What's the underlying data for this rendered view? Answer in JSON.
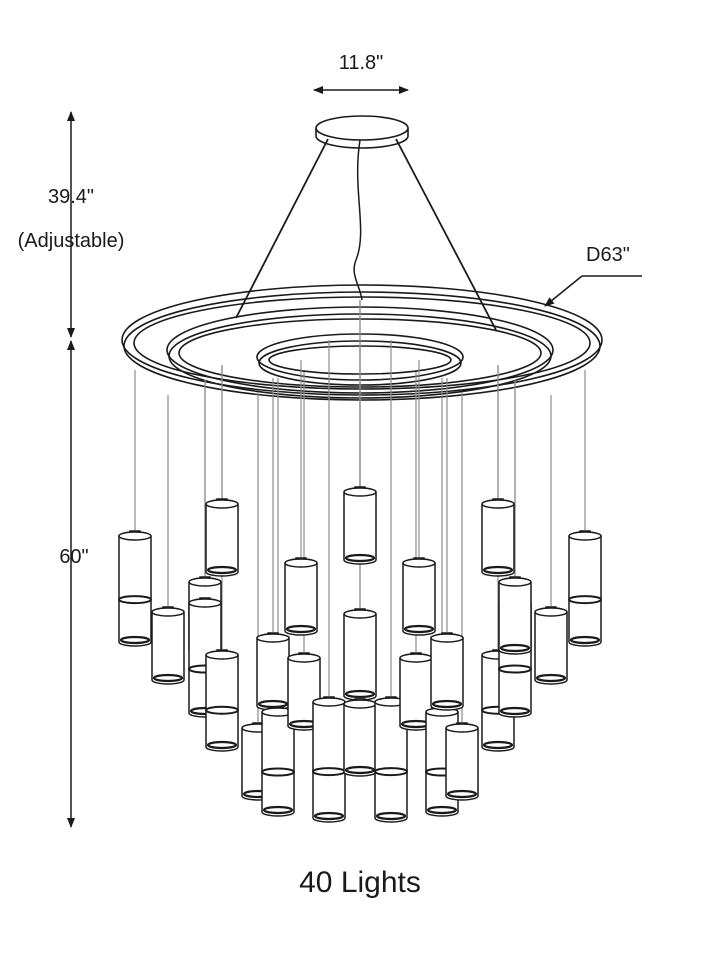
{
  "dimensions": {
    "canopy_width": "11.8\"",
    "cable_length": "39.4\"",
    "cable_note": "(Adjustable)",
    "diameter": "D63\"",
    "drop_height": "60\""
  },
  "caption": "40 Lights",
  "colors": {
    "line": "#1a1a1a",
    "wire": "#8c8c8c",
    "background": "#ffffff"
  }
}
